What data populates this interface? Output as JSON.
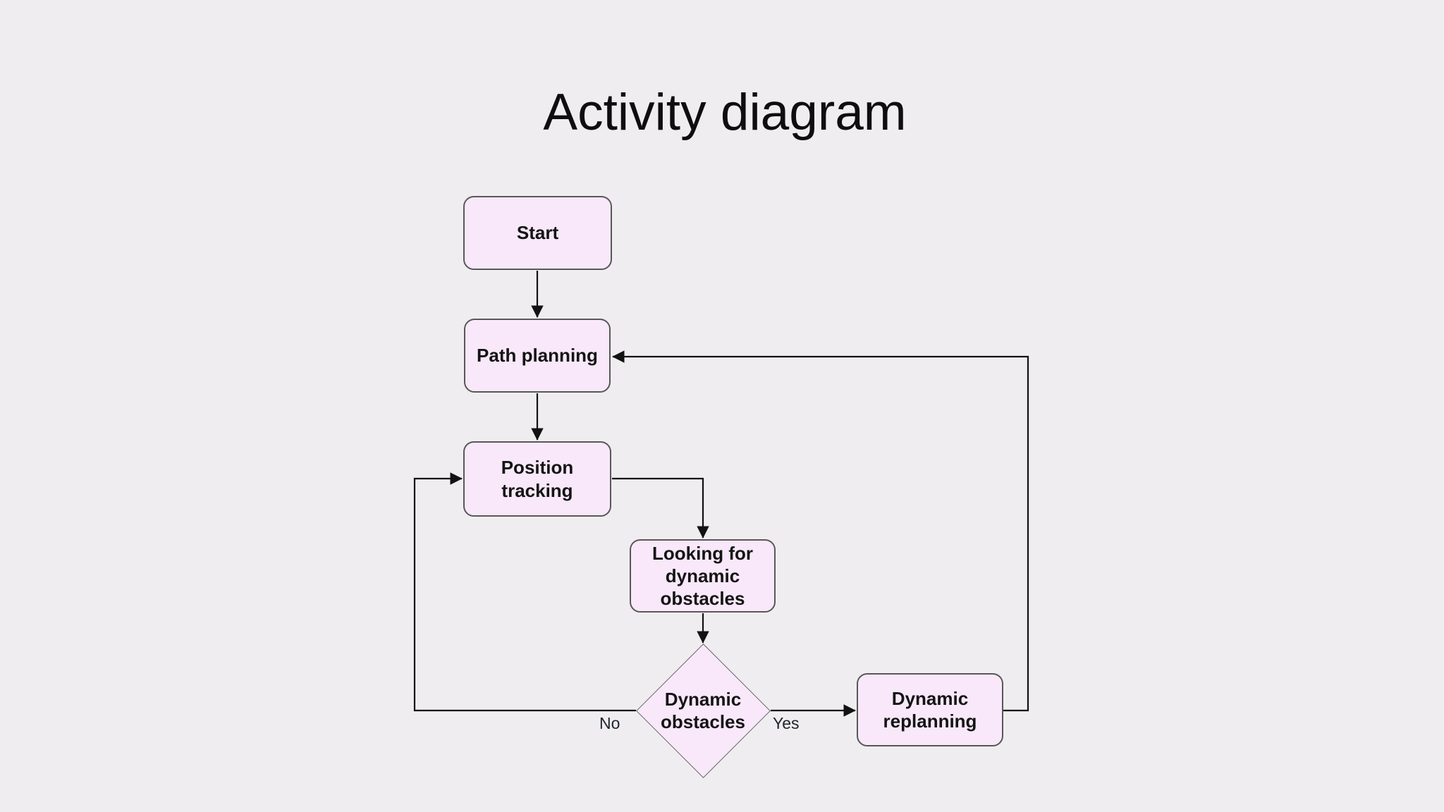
{
  "title": "Activity diagram",
  "colors": {
    "background": "#efedef",
    "node_fill": "#f8e8fa",
    "node_border": "#585858",
    "edge_line": "#121212",
    "text": "#141414"
  },
  "nodes": {
    "start": {
      "label": "Start",
      "shape": "rounded-rect"
    },
    "path_planning": {
      "label": "Path planning",
      "shape": "rounded-rect"
    },
    "position_tracking": {
      "label": "Position\ntracking",
      "shape": "rounded-rect"
    },
    "looking_for_dynamic_obstacles": {
      "label": "Looking for\ndynamic\nobstacles",
      "shape": "rounded-rect"
    },
    "dynamic_obstacles": {
      "label": "Dynamic\nobstacles",
      "shape": "decision-diamond"
    },
    "dynamic_replanning": {
      "label": "Dynamic\nreplanning",
      "shape": "rounded-rect"
    }
  },
  "edges": {
    "no_label": "No",
    "yes_label": "Yes"
  }
}
